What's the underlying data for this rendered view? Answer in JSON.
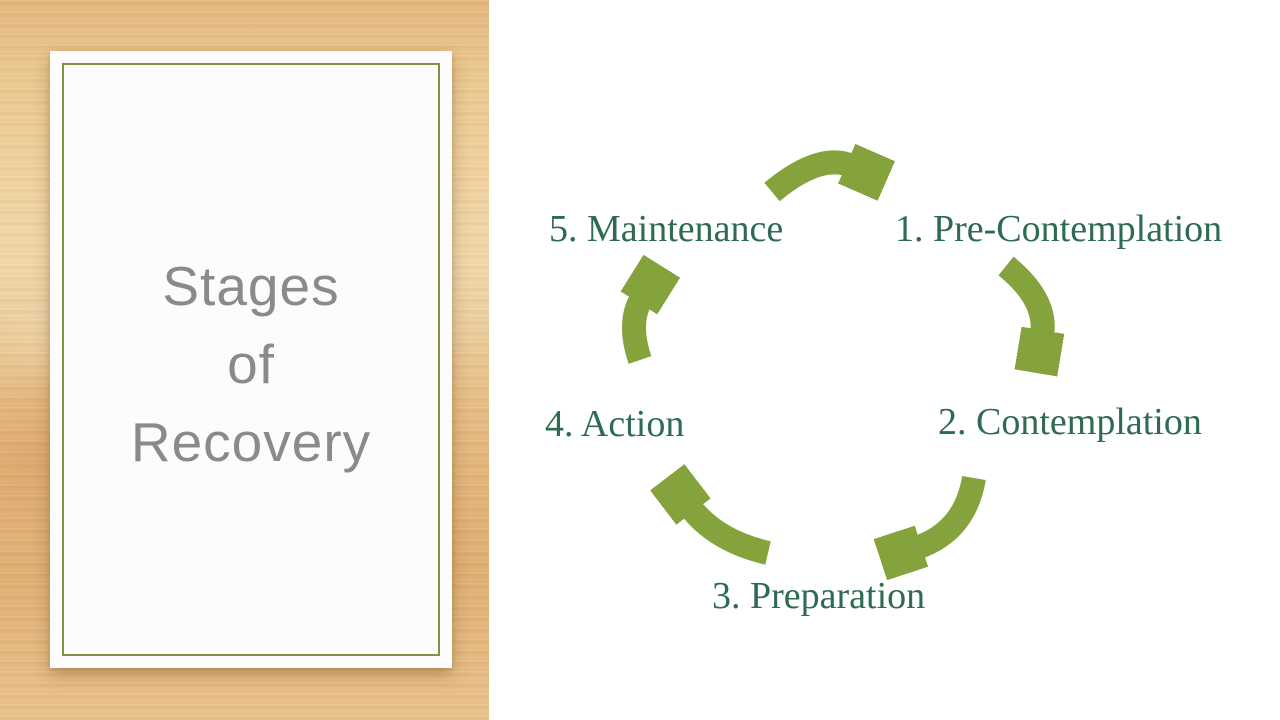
{
  "slide": {
    "type": "presentation-slide",
    "title_lines": [
      "Stages",
      "of",
      "Recovery"
    ],
    "colors": {
      "background": "#ffffff",
      "wood_base": "#e8c18a",
      "card_fill": "#fcfcfc",
      "card_border": "#7e9342",
      "title_text": "#8a8a8a",
      "label_text": "#2e6b51",
      "arrow": "#85a33c"
    }
  },
  "cycle": {
    "direction": "clockwise",
    "stages": [
      {
        "label": "1. Pre-Contemplation"
      },
      {
        "label": "2. Contemplation"
      },
      {
        "label": "3. Preparation"
      },
      {
        "label": "4. Action"
      },
      {
        "label": "5. Maintenance"
      }
    ]
  }
}
